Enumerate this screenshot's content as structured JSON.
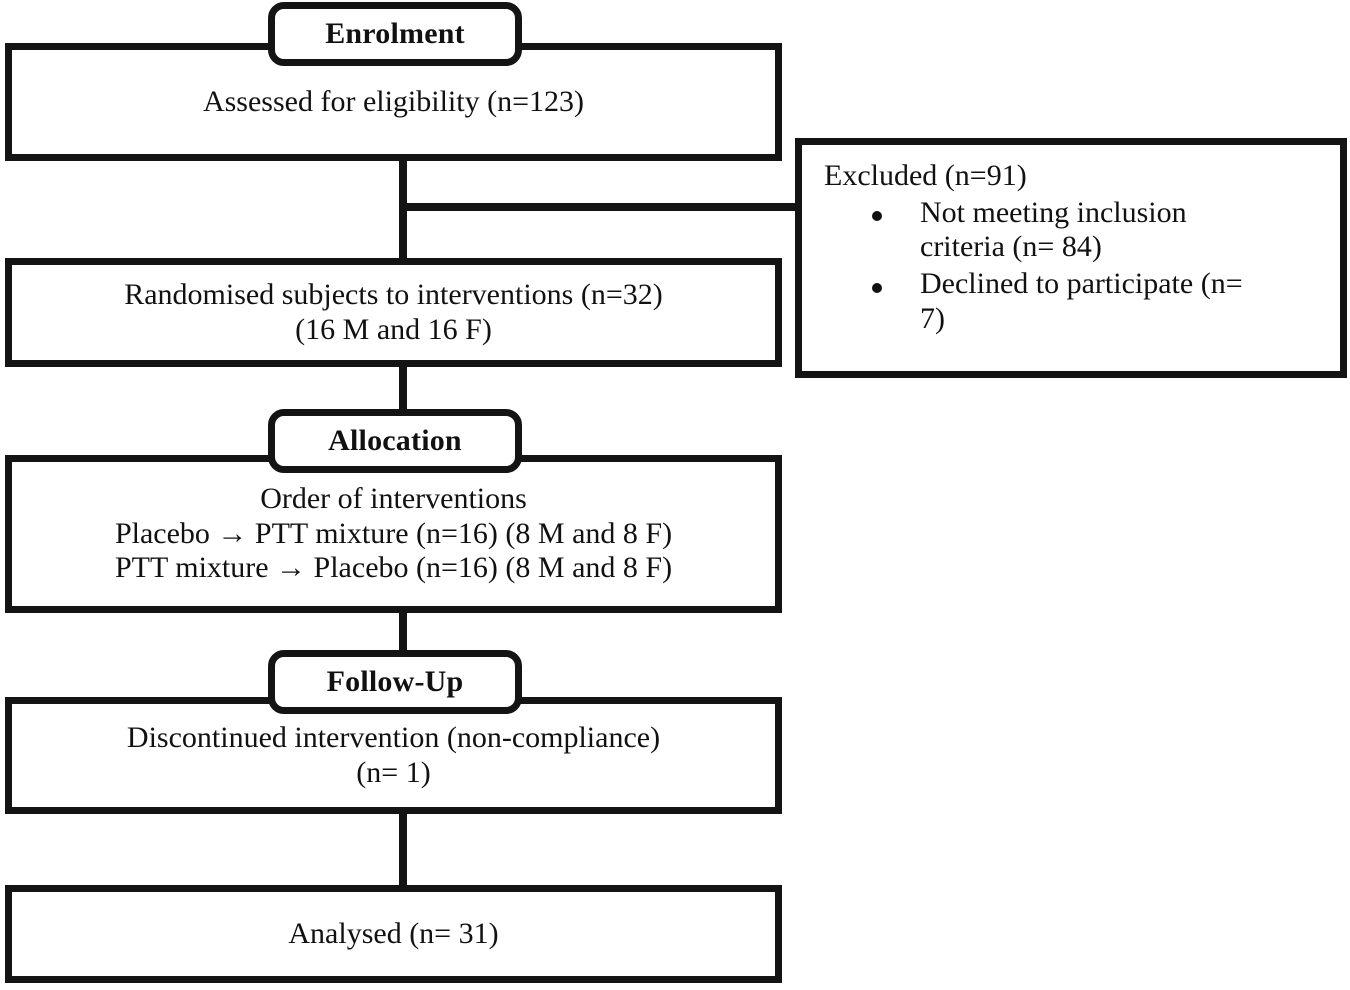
{
  "diagram": {
    "type": "consort-flow-diagram",
    "title": "CONSORT participant flow diagram",
    "colors": {
      "border": "#141414",
      "text": "#111111",
      "background": "#ffffff",
      "connector": "#141414"
    }
  },
  "stages": {
    "enrolment": "Enrolment",
    "allocation": "Allocation",
    "follow_up": "Follow-Up"
  },
  "boxes": {
    "enrolment": {
      "lines": [
        "Assessed for eligibility (n=123)"
      ]
    },
    "excluded": {
      "title": "Excluded  (n=91)",
      "items": [
        "Not meeting inclusion criteria (n= 84)",
        "Declined to participate (n= 7)"
      ],
      "items_wrapped": [
        [
          "Not meeting inclusion",
          "criteria (n= 84)"
        ],
        [
          "Declined to participate (n=",
          "7)"
        ]
      ]
    },
    "randomised": {
      "lines": [
        "Randomised subjects to interventions (n=32)",
        "(16 M and 16 F)"
      ]
    },
    "allocation": {
      "lines": [
        "Order of interventions",
        "Placebo → PTT mixture (n=16) (8 M and 8 F)",
        "PTT mixture → Placebo (n=16) (8 M and 8 F)"
      ]
    },
    "follow_up": {
      "lines": [
        "Discontinued intervention (non-compliance)",
        "(n= 1)"
      ]
    },
    "analysed": {
      "lines": [
        "Analysed (n= 31)"
      ]
    }
  },
  "counts": {
    "assessed_for_eligibility": 123,
    "excluded_total": 91,
    "not_meeting_inclusion_criteria": 84,
    "declined_to_participate": 7,
    "randomised": 32,
    "randomised_male": 16,
    "randomised_female": 16,
    "sequence_placebo_first": 16,
    "sequence_placebo_first_male": 8,
    "sequence_placebo_first_female": 8,
    "sequence_ptt_first": 16,
    "sequence_ptt_first_male": 8,
    "sequence_ptt_first_female": 8,
    "discontinued": 1,
    "analysed": 31
  }
}
